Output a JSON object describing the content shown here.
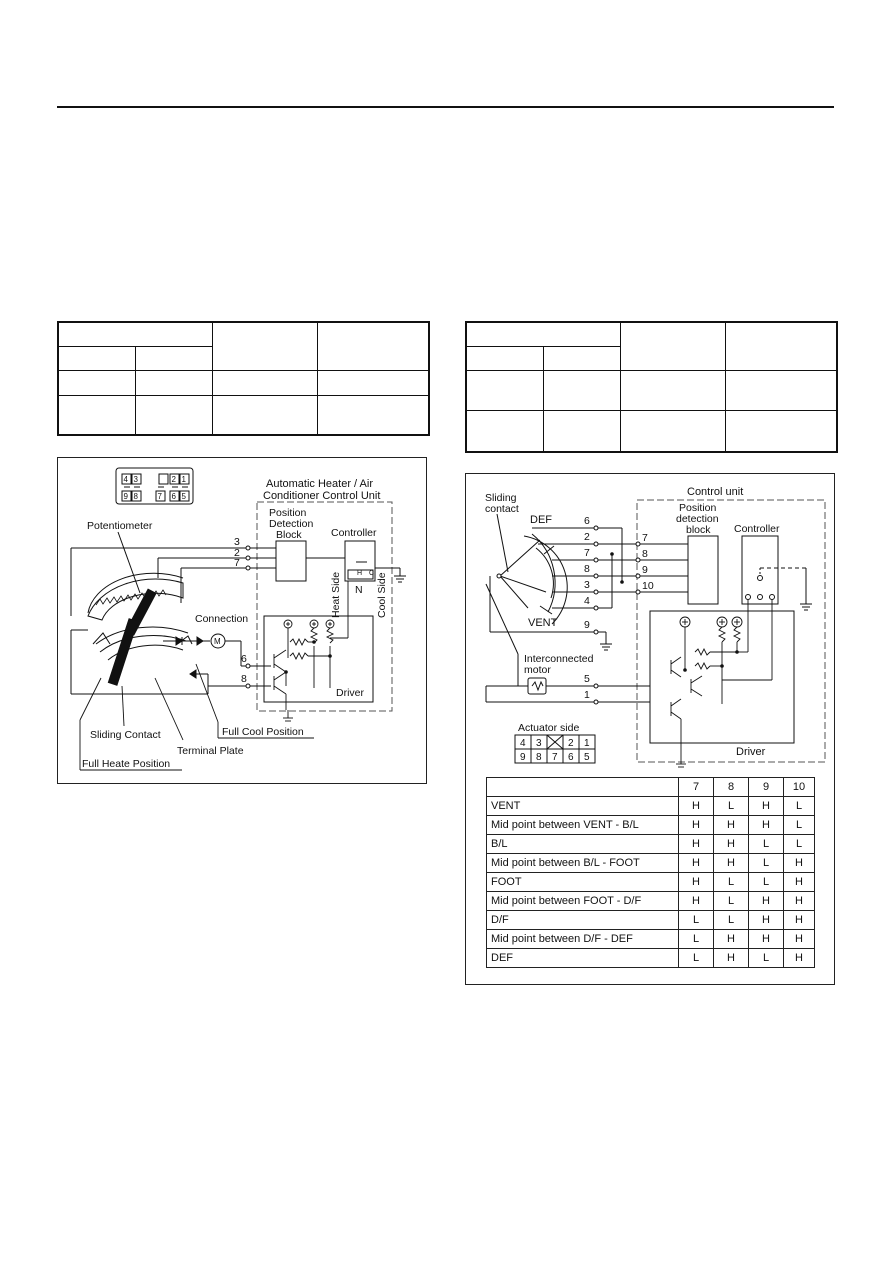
{
  "left_diagram": {
    "connector_top": [
      "4",
      "3",
      "",
      "2",
      "1"
    ],
    "connector_bottom": [
      "9",
      "8",
      "7",
      "6",
      "5"
    ],
    "title_line1": "Automatic Heater / Air",
    "title_line2": "Conditioner Control Unit",
    "position_detection": [
      "Position",
      "Detection",
      "Block"
    ],
    "controller": "Controller",
    "potentiometer": "Potentiometer",
    "connection": "Connection",
    "heat_side": "Heat Side",
    "cool_side": "Cool Side",
    "n_label": "N",
    "driver": "Driver",
    "pins": [
      "3",
      "2",
      "7",
      "6",
      "8"
    ],
    "motor": "M",
    "sliding_contact": "Sliding Contact",
    "terminal_plate": "Terminal Plate",
    "full_cool": "Full Cool Position",
    "full_heat": "Full Heate Position"
  },
  "right_diagram": {
    "control_unit": "Control unit",
    "sliding_contact": [
      "Sliding",
      "contact"
    ],
    "def": "DEF",
    "vent": "VENT",
    "position_detection": [
      "Position",
      "detection",
      "block"
    ],
    "controller": "Controller",
    "left_pins": [
      "6",
      "2",
      "7",
      "8",
      "3",
      "4",
      "9"
    ],
    "right_pins": [
      "7",
      "8",
      "9",
      "10"
    ],
    "interconnected_motor": [
      "Interconnected",
      "motor"
    ],
    "motor_pins": [
      "5",
      "1"
    ],
    "driver": "Driver",
    "actuator_side": "Actuator side",
    "actuator_top": [
      "4",
      "3",
      "",
      "2",
      "1"
    ],
    "actuator_bottom": [
      "9",
      "8",
      "7",
      "6",
      "5"
    ]
  },
  "mode_table": {
    "headers": [
      "",
      "7",
      "8",
      "9",
      "10"
    ],
    "rows": [
      {
        "mode": "VENT",
        "vals": [
          "H",
          "L",
          "H",
          "L"
        ]
      },
      {
        "mode": "Mid point between VENT - B/L",
        "vals": [
          "H",
          "H",
          "H",
          "L"
        ]
      },
      {
        "mode": "B/L",
        "vals": [
          "H",
          "H",
          "L",
          "L"
        ]
      },
      {
        "mode": "Mid point between B/L - FOOT",
        "vals": [
          "H",
          "H",
          "L",
          "H"
        ]
      },
      {
        "mode": "FOOT",
        "vals": [
          "H",
          "L",
          "L",
          "H"
        ]
      },
      {
        "mode": "Mid point between FOOT - D/F",
        "vals": [
          "H",
          "L",
          "H",
          "H"
        ]
      },
      {
        "mode": "D/F",
        "vals": [
          "L",
          "L",
          "H",
          "H"
        ]
      },
      {
        "mode": "Mid point between D/F - DEF",
        "vals": [
          "L",
          "H",
          "H",
          "H"
        ]
      },
      {
        "mode": "DEF",
        "vals": [
          "L",
          "H",
          "L",
          "H"
        ]
      }
    ]
  }
}
